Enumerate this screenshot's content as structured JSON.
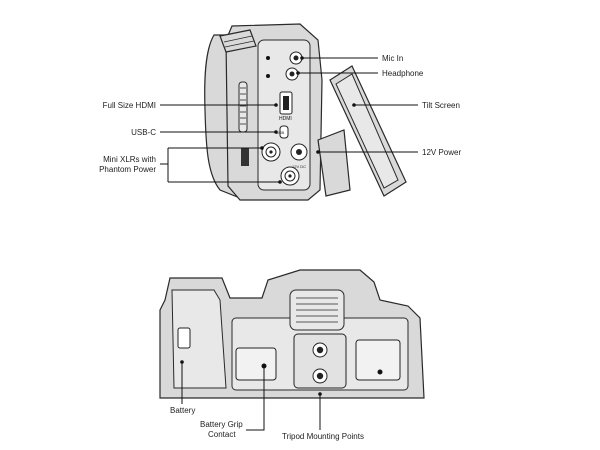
{
  "top_view": {
    "labels": {
      "mic_in": "Mic In",
      "headphone": "Headphone",
      "tilt_screen": "Tilt Screen",
      "hdmi": "Full Size HDMI",
      "usb_c": "USB-C",
      "power": "12V Power",
      "mini_xlr_line1": "Mini XLRs with",
      "mini_xlr_line2": "Phantom Power"
    },
    "port_marks": {
      "hdmi": "HDMI",
      "usb": "USB",
      "dc": "12V DC"
    }
  },
  "bottom_view": {
    "labels": {
      "battery": "Battery",
      "grip_line1": "Battery Grip",
      "grip_line2": "Contact",
      "tripod": "Tripod Mounting Points"
    }
  },
  "colors": {
    "camera_body": "#d9d9d9",
    "outline": "#2a2a2a",
    "leader_line": "#111111"
  }
}
